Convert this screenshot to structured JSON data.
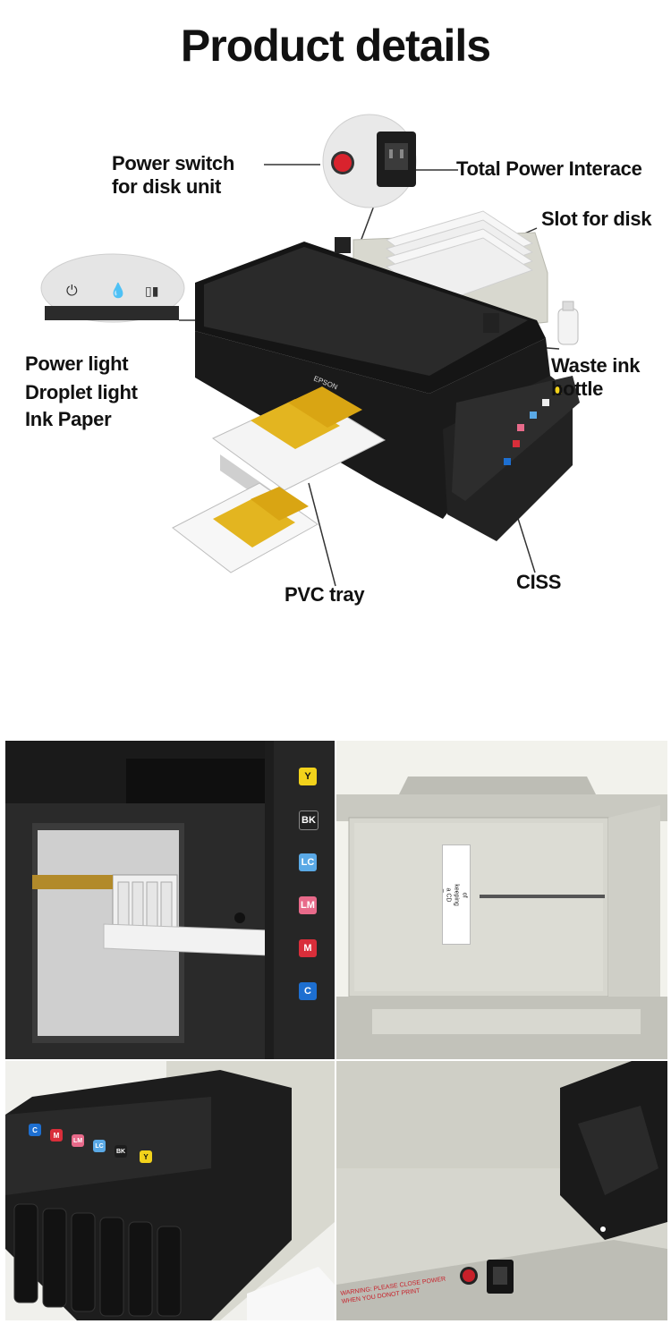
{
  "title": "Product details",
  "labels": {
    "power_switch": "Power switch\nfor disk unit",
    "total_power": "Total Power Interace",
    "slot_for_disk": "Slot for disk",
    "power_light": "Power light",
    "droplet_light": "Droplet light",
    "ink_paper": "Ink Paper",
    "waste_ink": "Waste ink\nbottle",
    "ciss": "CISS",
    "pvc_tray": "PVC tray"
  },
  "printer_brand": "EPSON",
  "ink_labels": [
    "Y",
    "BK",
    "LC",
    "LM",
    "M",
    "C"
  ],
  "ink_colors": {
    "Y": "#f2d21b",
    "BK": "#222222",
    "LC": "#5aa9e6",
    "LM": "#e86a8a",
    "M": "#d92e3a",
    "C": "#1d6fd1"
  },
  "notice_text": "Notice: Be sure of keeping a CD Tray inside.",
  "warning_text": "WARNING: PLEASE CLOSE POWER WHEN YOU DONOT PRINT"
}
